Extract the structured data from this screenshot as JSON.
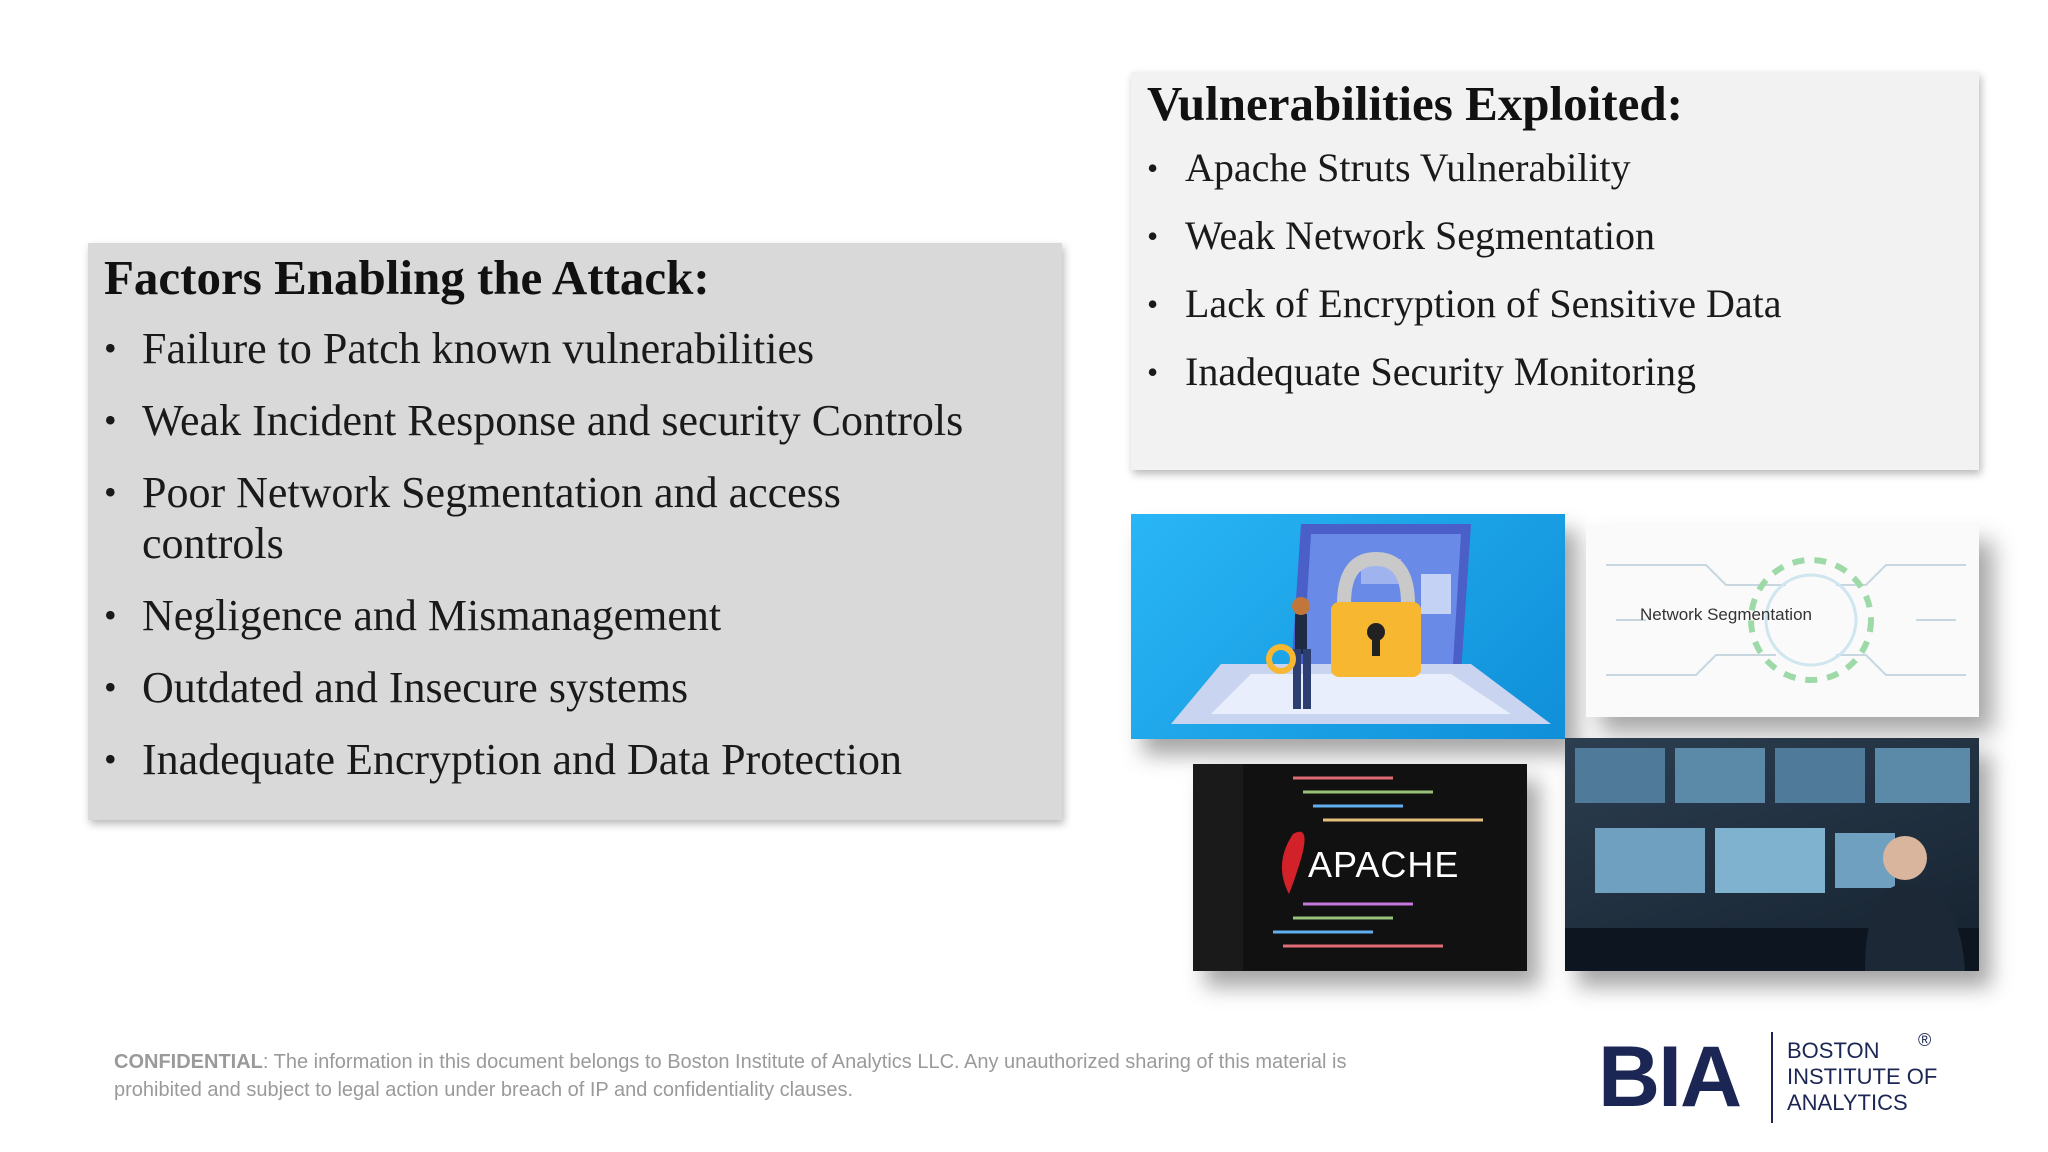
{
  "factors": {
    "heading": "Factors Enabling the Attack:",
    "items": [
      "Failure to Patch known vulnerabilities",
      "Weak Incident Response and security Controls",
      "Poor Network Segmentation and access controls",
      "Negligence and Mismanagement",
      "Outdated and Insecure systems",
      "Inadequate Encryption and Data Protection"
    ]
  },
  "vulnerabilities": {
    "heading": "Vulnerabilities Exploited:",
    "items": [
      "Apache Struts Vulnerability",
      "Weak Network Segmentation",
      "Lack of Encryption of Sensitive Data",
      "Inadequate Security Monitoring"
    ]
  },
  "images": {
    "network_label": "Network Segmentation",
    "apache_label": "APACHE"
  },
  "footer": {
    "label": "CONFIDENTIAL",
    "text": ": The information in this document belongs to Boston Institute of Analytics LLC. Any unauthorized sharing of this material is prohibited and subject to legal action under breach of IP and confidentiality clauses."
  },
  "logo": {
    "mark": "BIA",
    "line1": "BOSTON",
    "line2": "INSTITUTE OF",
    "line3": "ANALYTICS",
    "registered": "®"
  },
  "colors": {
    "left_box_bg": "#d9d9d9",
    "right_box_bg": "#f2f2f2",
    "brand_navy": "#1c2654"
  }
}
